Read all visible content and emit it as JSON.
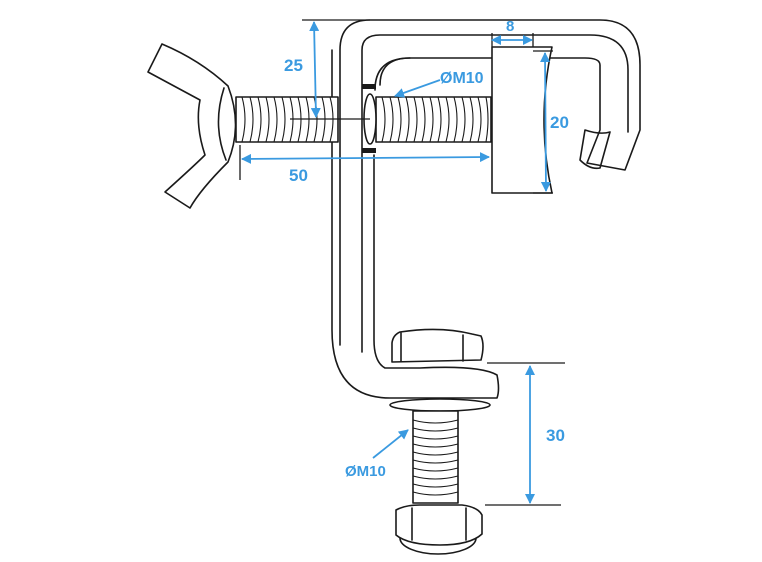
{
  "diagram": {
    "subject": "C-clamp with wing bolt and hex bolt",
    "accent_color": "#3a9ae0",
    "line_color": "#1a1a1a",
    "dimensions": {
      "offset_top": "25",
      "length_wing_bolt": "50",
      "jaw_width": "8",
      "jaw_height": "20",
      "bottom_bolt_length": "30"
    },
    "thread_labels": {
      "wing_bolt": "ØM10",
      "hex_bolt": "ØM10"
    }
  }
}
